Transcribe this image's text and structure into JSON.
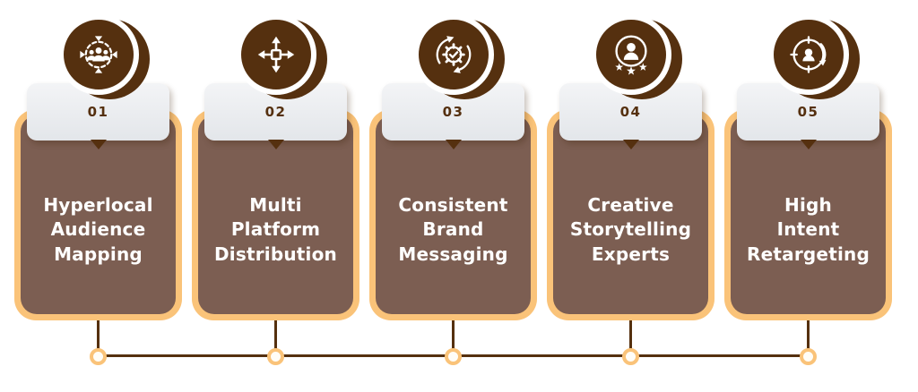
{
  "canvas": {
    "background": "#FFFFFF"
  },
  "colors": {
    "accent_orange": "#FAC379",
    "dark_brown": "#55300F",
    "card_brown": "#7C5E52",
    "header_gray": "#EBEDF0",
    "text_white": "#FFFFFF"
  },
  "cards": [
    {
      "number": "01",
      "title": "Hyperlocal\nAudience\nMapping",
      "icon": "audience-mapping-icon"
    },
    {
      "number": "02",
      "title": "Multi\nPlatform\nDistribution",
      "icon": "multi-platform-distribution-icon"
    },
    {
      "number": "03",
      "title": "Consistent\nBrand\nMessaging",
      "icon": "brand-messaging-gear-icon"
    },
    {
      "number": "04",
      "title": "Creative\nStorytelling\nExperts",
      "icon": "storytelling-expert-icon"
    },
    {
      "number": "05",
      "title": "High\nIntent\nRetargeting",
      "icon": "retargeting-icon"
    }
  ]
}
